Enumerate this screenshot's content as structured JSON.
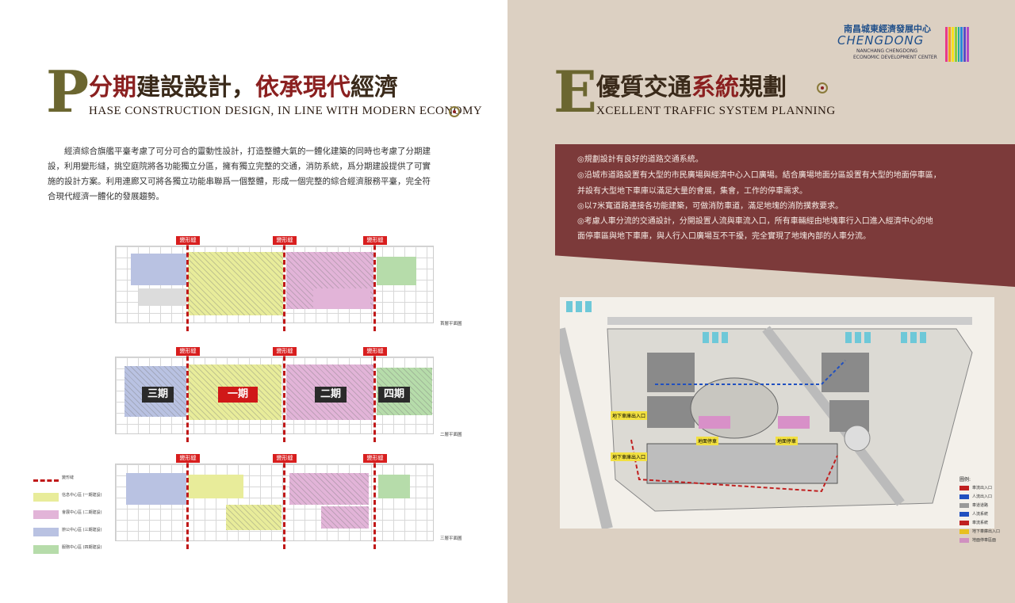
{
  "left": {
    "heading": {
      "letter": "P",
      "cn_parts": [
        {
          "text": "分期",
          "style": "red"
        },
        {
          "text": "建設設計",
          "style": "dark"
        },
        {
          "text": "，",
          "style": "dark"
        },
        {
          "text": "依承現代",
          "style": "red"
        },
        {
          "text": "經濟",
          "style": "dark"
        }
      ],
      "en": "HASE CONSTRUCTION DESIGN, IN LINE WITH MODERN ECONOMY"
    },
    "paragraph": "經濟綜合旗艦平臺考慮了可分可合的靈動性設計，打造整體大氣的一體化建築的同時也考慮了分期建設，利用變形縫，挑空庭院將各功能獨立分區，擁有獨立完整的交通，消防系統，爲分期建設提供了可實施的設計方案。利用連廊又可將各獨立功能串聯爲一個整體，形成一個完整的綜合經濟服務平臺，完全符合現代經濟一體化的發展趨勢。",
    "stage_tag": "變形縫",
    "plans": [
      {
        "caption": "首層平面圖"
      },
      {
        "caption": "二層平面圖",
        "phases": [
          "三期",
          "一期",
          "二期",
          "四期"
        ]
      },
      {
        "caption": "三層平面圖"
      }
    ],
    "legend": [
      {
        "label": "變形縫",
        "color": "#c01818",
        "kind": "dash"
      },
      {
        "label": "信息中心區 (一期建設)",
        "color": "#e8ec9a",
        "kind": "swatch"
      },
      {
        "label": "會展中心區 (二期建設)",
        "color": "#e2b4d8",
        "kind": "swatch"
      },
      {
        "label": "辦公中心區 (三期建設)",
        "color": "#b9c2e2",
        "kind": "swatch"
      },
      {
        "label": "服務中心區 (四期建設)",
        "color": "#b6dcaa",
        "kind": "swatch"
      }
    ]
  },
  "right": {
    "logo": {
      "cn": "南昌城東經濟發展中心",
      "word": "CHENGDONG",
      "sub1": "NANCHANG CHENGDONG",
      "sub2": "ECONOMIC DEVELOPMENT CENTER"
    },
    "heading": {
      "letter": "E",
      "cn_parts": [
        {
          "text": "優質交通",
          "style": "dark"
        },
        {
          "text": "系統",
          "style": "red"
        },
        {
          "text": "規劃",
          "style": "dark"
        }
      ],
      "en": "XCELLENT TRAFFIC SYSTEM PLANNING"
    },
    "banner_lines": [
      "◎規劃設計有良好的道路交通系統。",
      "◎沿城市道路設置有大型的市民廣場與經濟中心入口廣場。結合廣場地面分區設置有大型的地面停車區，",
      "  并設有大型地下車庫以滿足大量的會展，集會，工作的停車需求。",
      "◎以7米寬道路連接各功能建築，可做消防車道，滿足地塊的消防撲救要求。",
      "◎考慮人車分流的交通設計，分開設置人流與車流入口，所有車輛經由地塊車行入口進入經濟中心的地",
      "  面停車區與地下車庫，與人行入口廣場互不干擾，完全實現了地塊內部的人車分流。"
    ],
    "map_labels": [
      "地下車庫出入口",
      "地下車庫出入口",
      "地面停車",
      "地面停車"
    ],
    "map_legend_title": "圖例:",
    "map_legend": [
      {
        "label": "車流出入口",
        "color": "#c02020"
      },
      {
        "label": "人流出入口",
        "color": "#2050c0"
      },
      {
        "label": "車道道路",
        "color": "#999999"
      },
      {
        "label": "人流系統",
        "color": "#2050c0"
      },
      {
        "label": "車流系統",
        "color": "#c02020"
      },
      {
        "label": "地下車庫出入口",
        "color": "#e8c020"
      },
      {
        "label": "地面停車區面",
        "color": "#d090c0"
      }
    ]
  },
  "colors": {
    "red": "#8b2020",
    "olive": "#6b6630",
    "banner": "#7c3a3a",
    "right_bg": "#dcd0c2"
  }
}
